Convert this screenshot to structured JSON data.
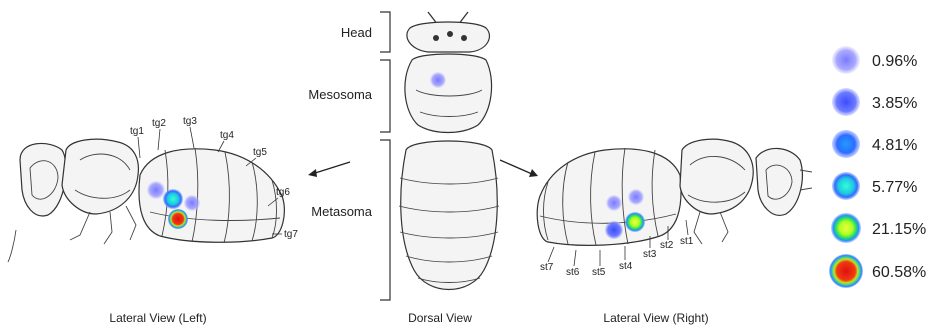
{
  "labels": {
    "head": "Head",
    "mesosoma": "Mesosoma",
    "metasoma": "Metasoma"
  },
  "captions": {
    "left": "Lateral View (Left)",
    "dorsal": "Dorsal View",
    "right": "Lateral View (Right)"
  },
  "tergites": [
    "tg1",
    "tg2",
    "tg3",
    "tg4",
    "tg5",
    "tg6",
    "tg7"
  ],
  "sternites": [
    "st7",
    "st6",
    "st5",
    "st4",
    "st3",
    "st2",
    "st1"
  ],
  "legend": [
    {
      "label": "0.96%",
      "inner": "#8a8aff",
      "outer": "#b8b8ff"
    },
    {
      "label": "3.85%",
      "inner": "#4a5cff",
      "outer": "#8a96ff"
    },
    {
      "label": "4.81%",
      "inner": "#2f86ff",
      "outer": "#6f8fff"
    },
    {
      "label": "5.77%",
      "inner": "#2ee6d0",
      "outer": "#3a7cff"
    },
    {
      "label": "21.15%",
      "inner": "#b8ff2a",
      "outer": "#2bd0a0"
    },
    {
      "label": "60.58%",
      "inner": "#e11a10",
      "outer": "#4bb0ff"
    }
  ]
}
